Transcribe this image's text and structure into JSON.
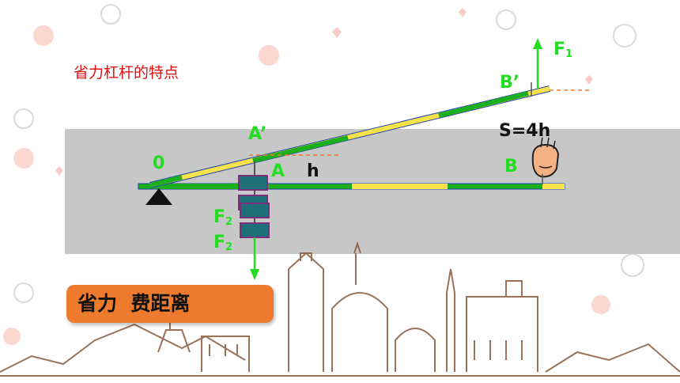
{
  "slide": {
    "title": "省力杠杆的特点",
    "summary": "省力  费距离"
  },
  "labels": {
    "pivot": "0",
    "a": "A",
    "a_prime": "A’",
    "b": "B",
    "b_prime": "B’",
    "h": "h",
    "s": "S=4h",
    "f1": "F",
    "f1_sub": "1",
    "f2": "F",
    "f2_sub": "2"
  },
  "colors": {
    "text_red": "#e01010",
    "label_green": "#22dd22",
    "lever_green": "#1bb01b",
    "lever_yellow": "#f6e24a",
    "band_gray": "#c7c7c7",
    "weight_teal": "#1e6f78",
    "summary_orange": "#ee7a2d"
  }
}
